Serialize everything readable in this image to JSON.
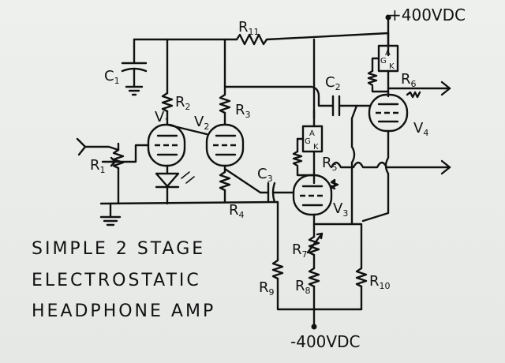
{
  "title": {
    "line1": "SIMPLE 2 STAGE",
    "line2": "ELECTROSTATIC",
    "line3": "HEADPHONE AMP"
  },
  "supply": {
    "positive": "+400VDC",
    "negative": "-400VDC"
  },
  "labels": {
    "r1": "R",
    "r1s": "1",
    "r2": "R",
    "r2s": "2",
    "r3": "R",
    "r3s": "3",
    "r4": "R",
    "r4s": "4",
    "r5": "R",
    "r5s": "5",
    "r6": "R",
    "r6s": "6",
    "r7": "R",
    "r7s": "7",
    "r8": "R",
    "r8s": "8",
    "r9": "R",
    "r9s": "9",
    "r10": "R",
    "r10s": "10",
    "r11": "R",
    "r11s": "11",
    "c1": "C",
    "c1s": "1",
    "c2": "C",
    "c2s": "2",
    "c3": "C",
    "c3s": "3",
    "v1": "V",
    "v1s": "1",
    "v2": "V",
    "v2s": "2",
    "v3": "V",
    "v3s": "3",
    "v4": "V",
    "v4s": "4"
  },
  "ccs": {
    "a": "A",
    "g": "G",
    "k": "K"
  }
}
